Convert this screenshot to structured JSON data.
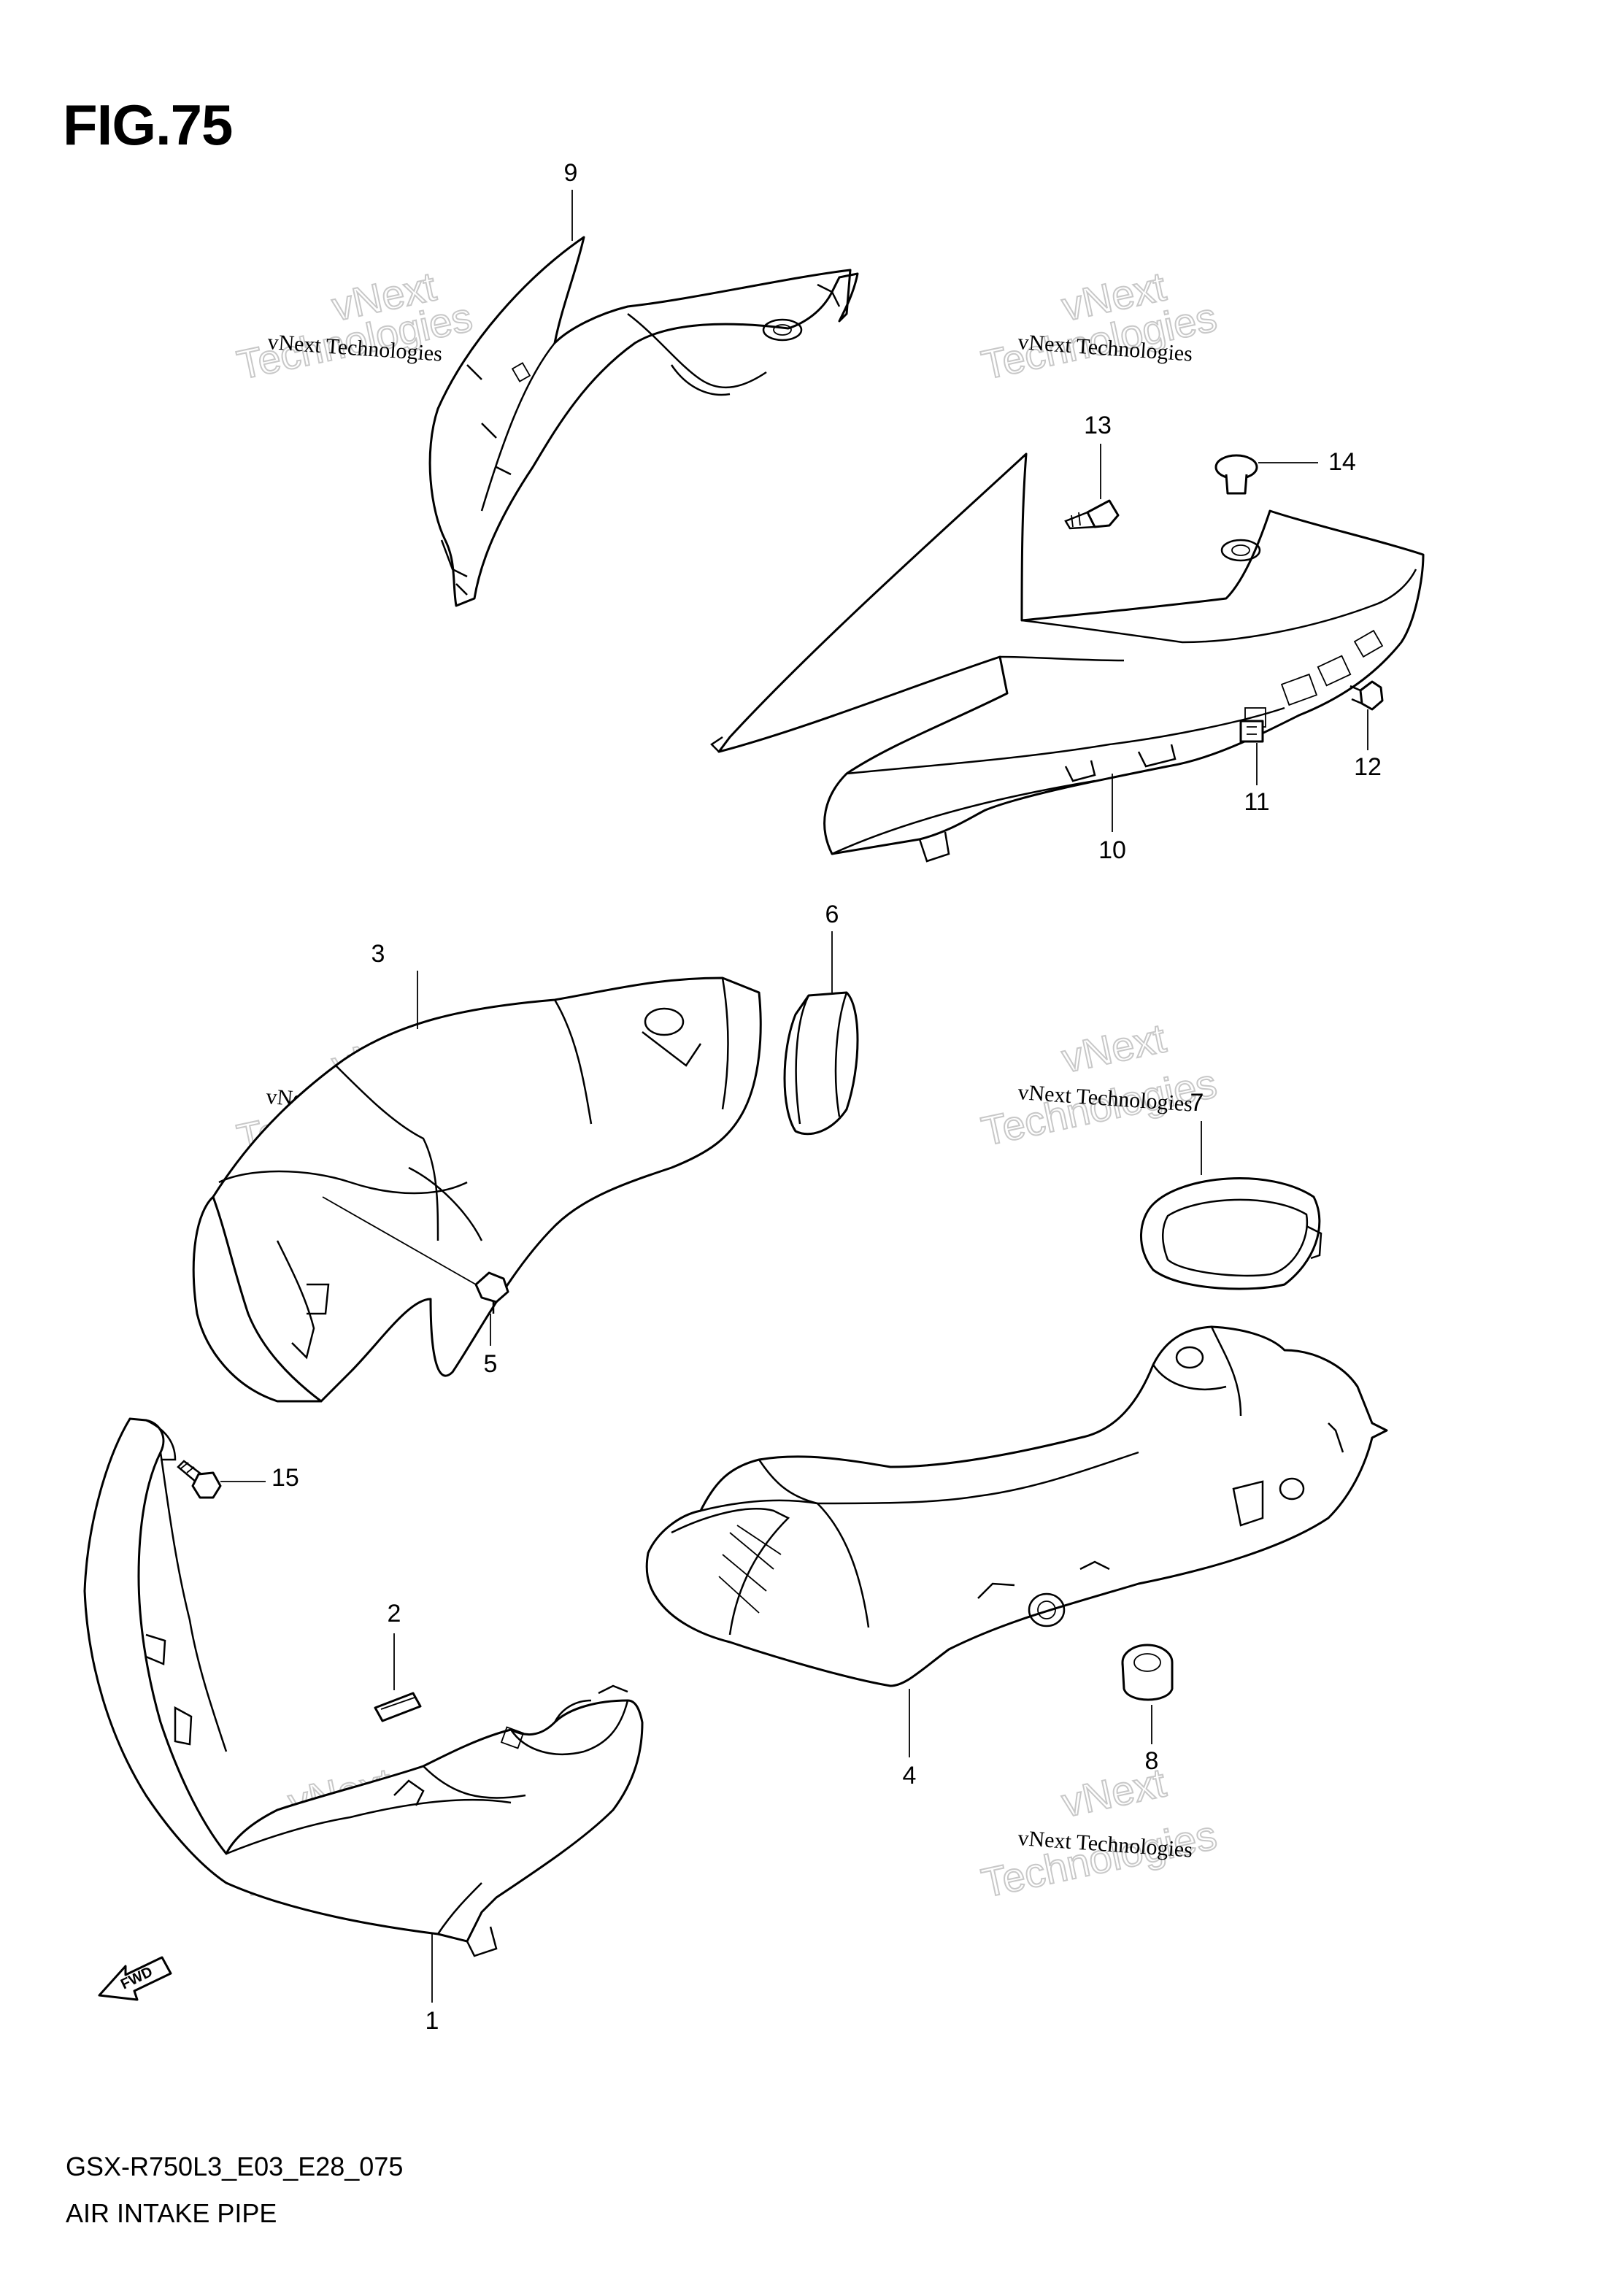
{
  "figure": {
    "title": "FIG.75",
    "model_code": "GSX-R750L3_E03_E28_075",
    "section_name": "AIR INTAKE PIPE"
  },
  "watermark": {
    "small_text": "vNext Technologies",
    "big_line1": "vNext",
    "big_line2": "Technologies"
  },
  "direction_arrow": {
    "label": "FWD"
  },
  "callouts": {
    "p1": "1",
    "p2": "2",
    "p3": "3",
    "p4": "4",
    "p5": "5",
    "p6": "6",
    "p7": "7",
    "p8": "8",
    "p9": "9",
    "p10": "10",
    "p11": "11",
    "p12": "12",
    "p13": "13",
    "p14": "14",
    "p15": "15"
  }
}
